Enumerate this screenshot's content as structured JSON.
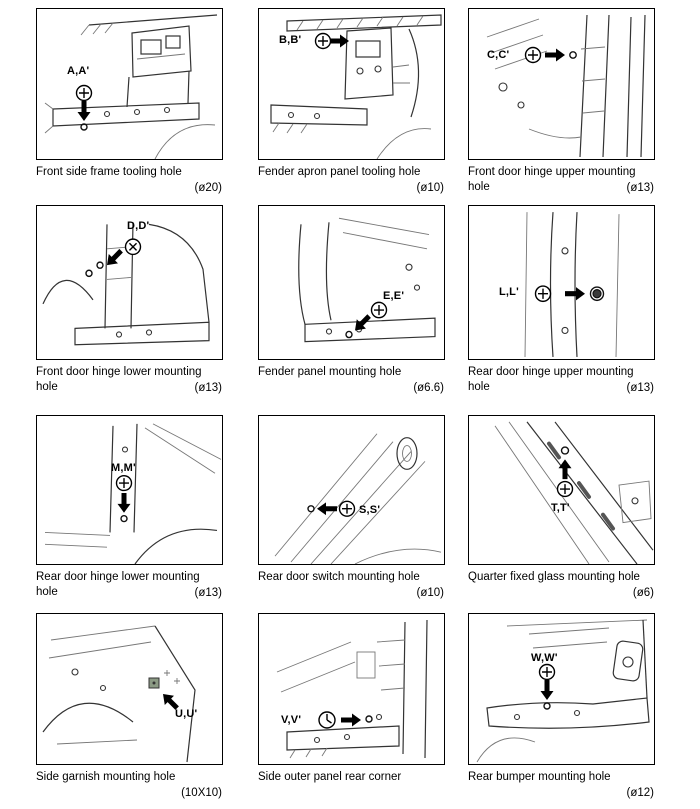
{
  "page": {
    "background": "#ffffff",
    "ink": "#1a1a1a"
  },
  "icons": {
    "hole-marker": "circled-cross-screw",
    "hole-marker-x": "circled-x-screw",
    "clock-marker": "circle-with-hands",
    "arrow": "solid-black-arrow"
  },
  "cells": [
    {
      "marker": "A,A'",
      "caption": "Front side frame tooling hole",
      "size": "(ø20)"
    },
    {
      "marker": "B,B'",
      "caption": "Fender apron panel tooling hole",
      "size": "(ø10)"
    },
    {
      "marker": "C,C'",
      "caption": "Front door hinge upper mounting hole",
      "size": "(ø13)"
    },
    {
      "marker": "D,D'",
      "caption": "Front door hinge lower mounting hole",
      "size": "(ø13)"
    },
    {
      "marker": "E,E'",
      "caption": "Fender panel mounting hole",
      "size": "(ø6.6)"
    },
    {
      "marker": "L,L'",
      "caption": "Rear door hinge upper mounting hole",
      "size": "(ø13)"
    },
    {
      "marker": "M,M'",
      "caption": "Rear door hinge lower mounting hole",
      "size": "(ø13)"
    },
    {
      "marker": "S,S'",
      "caption": "Rear door switch mounting hole",
      "size": "(ø10)"
    },
    {
      "marker": "T,T'",
      "caption": "Quarter fixed glass mounting hole",
      "size": "(ø6)"
    },
    {
      "marker": "U,U'",
      "caption": "Side garnish mounting hole",
      "size": "(10X10)"
    },
    {
      "marker": "V,V'",
      "caption": "Side outer panel rear corner",
      "size": ""
    },
    {
      "marker": "W,W'",
      "caption": "Rear bumper mounting hole",
      "size": "(ø12)"
    }
  ]
}
